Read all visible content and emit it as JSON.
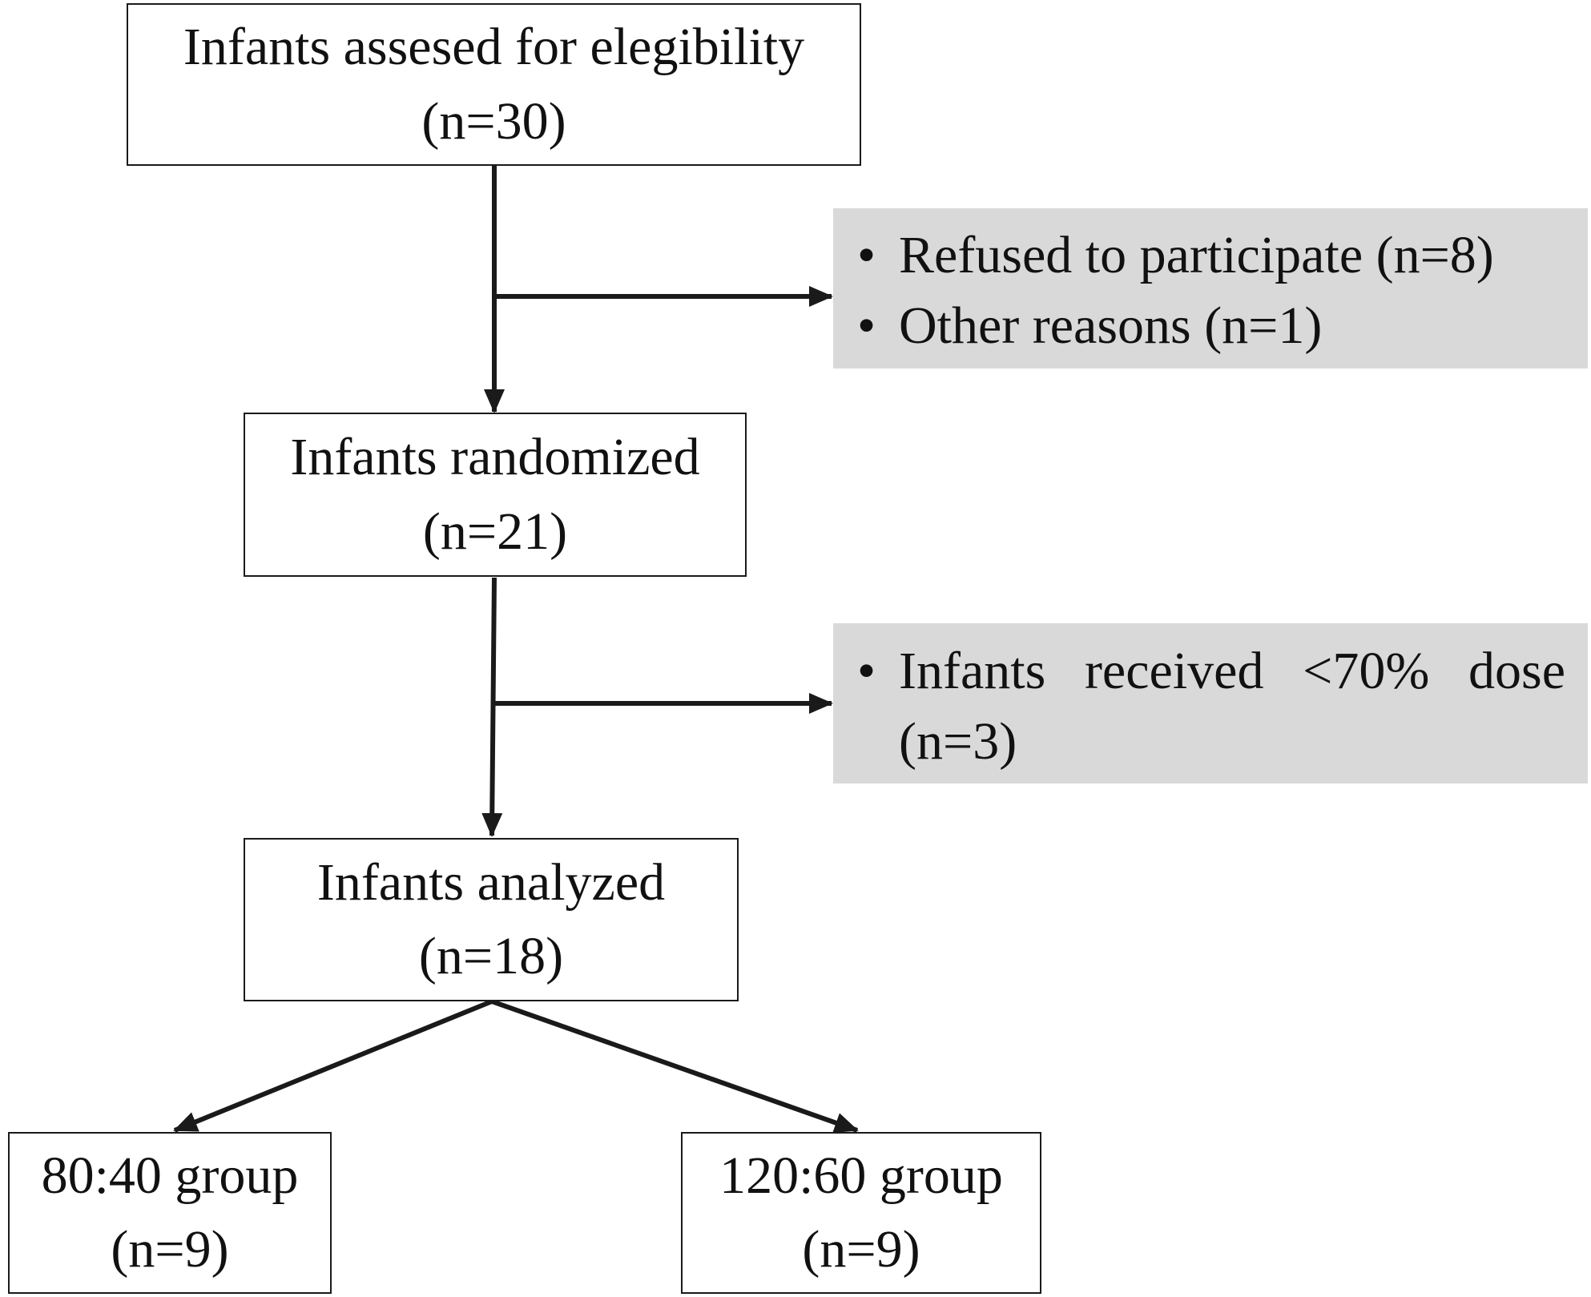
{
  "boxes": {
    "assessed": {
      "line1": "Infants assesed for elegibility",
      "line2": "(n=30)"
    },
    "randomized": {
      "line1": "Infants randomized",
      "line2": "(n=21)"
    },
    "analyzed": {
      "line1": "Infants analyzed",
      "line2": "(n=18)"
    },
    "group_80_40": {
      "line1": "80:40 group",
      "line2": "(n=9)"
    },
    "group_120_60": {
      "line1": "120:60 group",
      "line2": "(n=9)"
    }
  },
  "exclusions": {
    "first": [
      "Refused to participate (n=8)",
      "Other reasons (n=1)"
    ],
    "second": {
      "line1": "Infants received <70% dose",
      "line2": "(n=3)"
    }
  },
  "colors": {
    "side_box": "#d9d9d9",
    "line": "#1a1a1a"
  }
}
